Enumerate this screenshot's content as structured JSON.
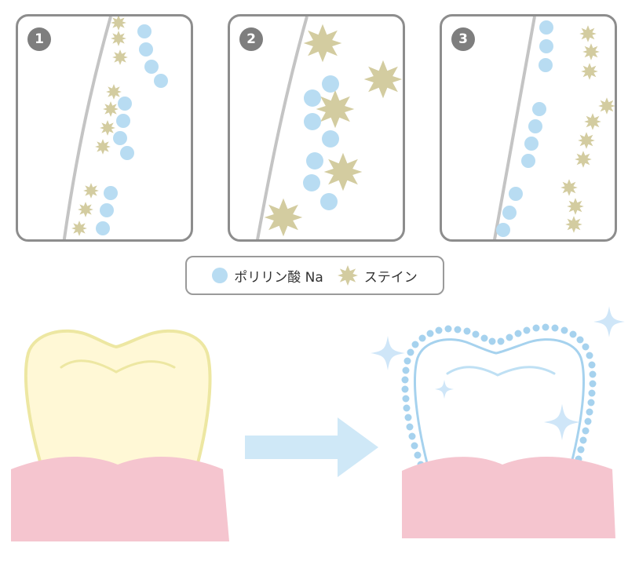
{
  "panels": [
    {
      "number": "1"
    },
    {
      "number": "2"
    },
    {
      "number": "3"
    }
  ],
  "legend": {
    "polymer_label": "ポリリン酸 Na",
    "stain_label": "ステイン"
  },
  "colors": {
    "polymer": "#b8dcf2",
    "stain": "#d3cca0",
    "outline": "#8d8d8d",
    "enamel_line": "#c4c4c4",
    "gum": "#f5c5cf",
    "tooth_before_fill": "#fff8d6",
    "tooth_before_stroke": "#ede7a2",
    "tooth_after_stroke": "#a6d2ee",
    "arrow": "#cfe8f7",
    "sparkle": "#cfe6f8"
  }
}
